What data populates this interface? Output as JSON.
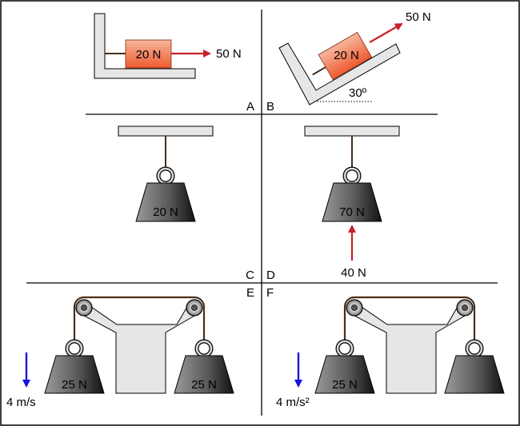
{
  "panels": {
    "A": {
      "letter": "A",
      "block_label": "20 N",
      "force_label": "50 N"
    },
    "B": {
      "letter": "B",
      "block_label": "20 N",
      "force_label": "50 N",
      "angle_label": "30º"
    },
    "C": {
      "letter": "C",
      "weight_label": "20 N"
    },
    "D": {
      "letter": "D",
      "weight_label": "70 N",
      "force_label": "40 N"
    },
    "E": {
      "letter": "E",
      "left_weight_label": "25 N",
      "right_weight_label": "25 N",
      "motion_label": "4 m/s"
    },
    "F": {
      "letter": "F",
      "left_weight_label": "25 N",
      "right_weight_label": "",
      "motion_label": "4 m/s²"
    }
  },
  "colors": {
    "block_fill": "#f06a44",
    "force_arrow": "#c8202a",
    "motion_arrow": "#1a14e0",
    "rope": "#4a2e1a",
    "support": "#e6e6e6",
    "weight_dark": "#1a1a1a",
    "weight_light": "#a8a8a8"
  }
}
